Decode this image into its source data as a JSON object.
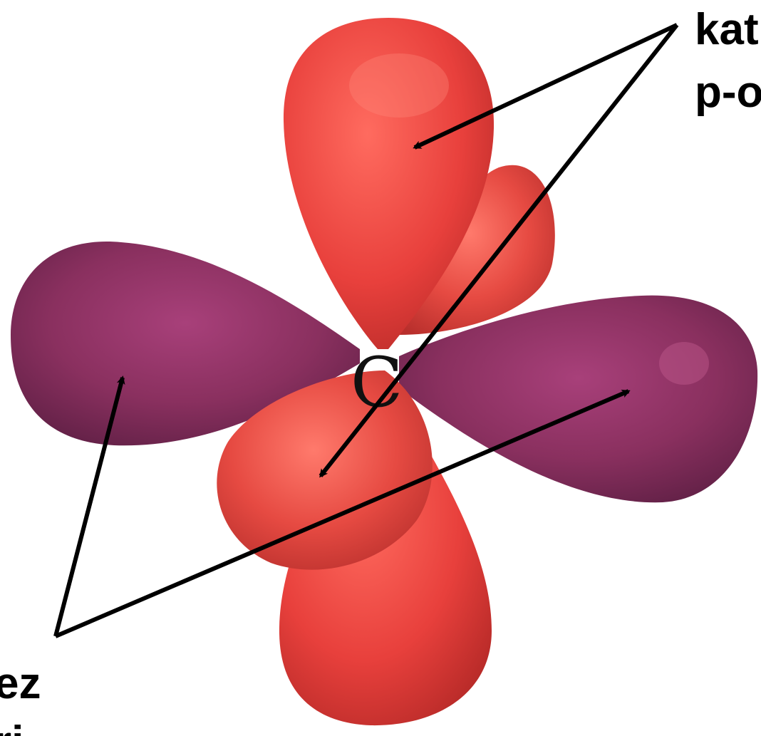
{
  "diagram": {
    "atom_symbol": "C",
    "label_top_right": {
      "line1": "kat",
      "line2": "p-o"
    },
    "label_bottom_left": {
      "line1": "ez",
      "line2": "ri"
    },
    "colors": {
      "red_lobe": "#e8403c",
      "red_lobe_dark": "#b72a28",
      "purple_lobe": "#7a2a55",
      "purple_lobe_light": "#a8407a",
      "arrow": "#000000"
    }
  }
}
